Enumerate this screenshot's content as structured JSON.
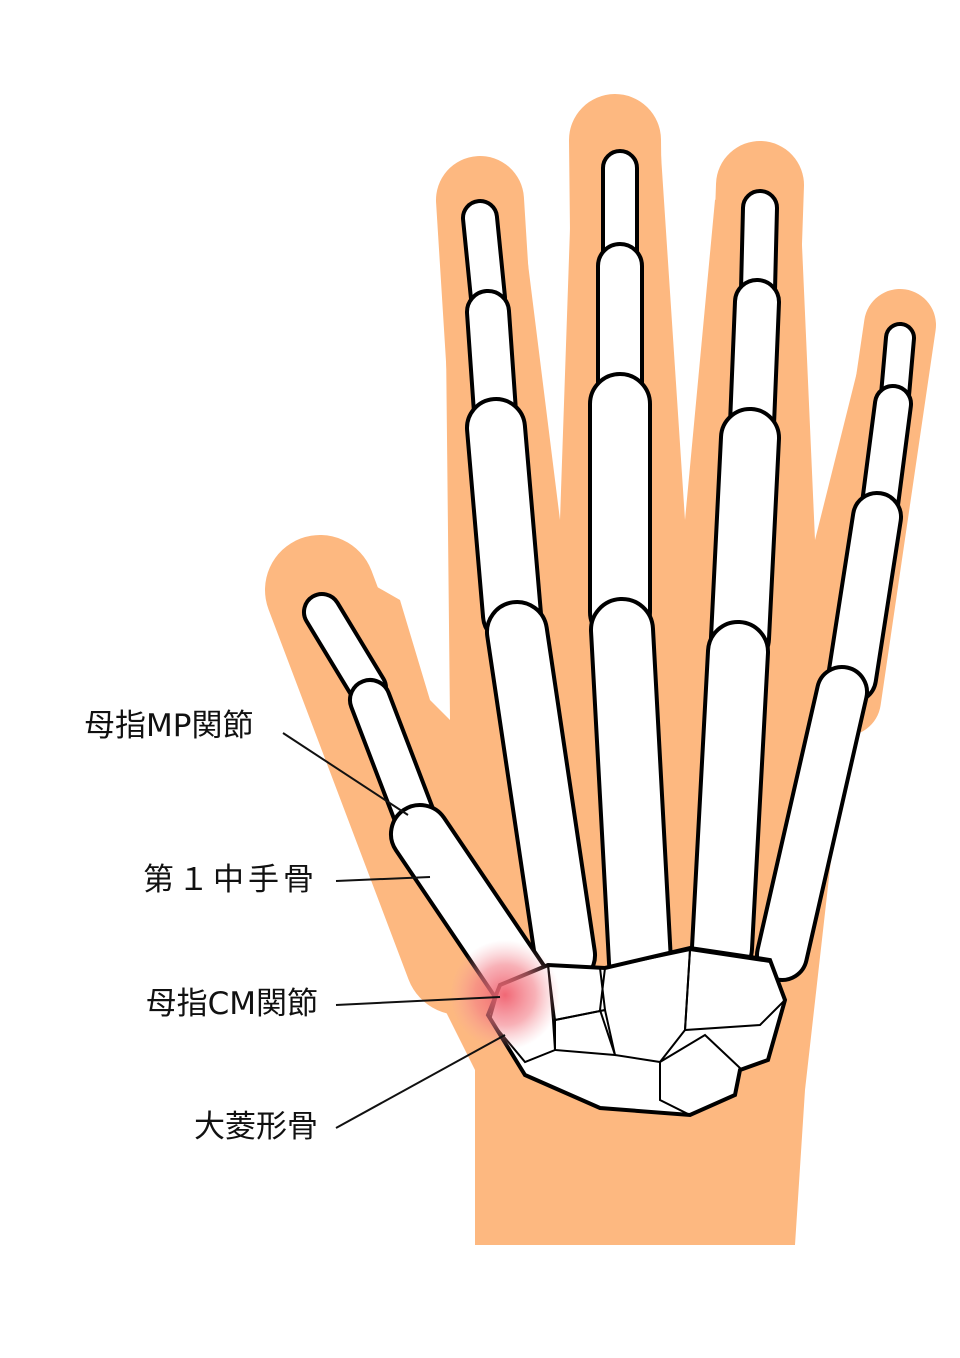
{
  "labels": {
    "mp_joint": "母指MP関節",
    "first_metacarpal": "第１中手骨",
    "cm_joint": "母指CM関節",
    "trapezium": "大菱形骨"
  },
  "colors": {
    "skin": "#FDB880",
    "bone": "#FFFFFF",
    "outline": "#000000",
    "inflammation": "#F0606E"
  }
}
